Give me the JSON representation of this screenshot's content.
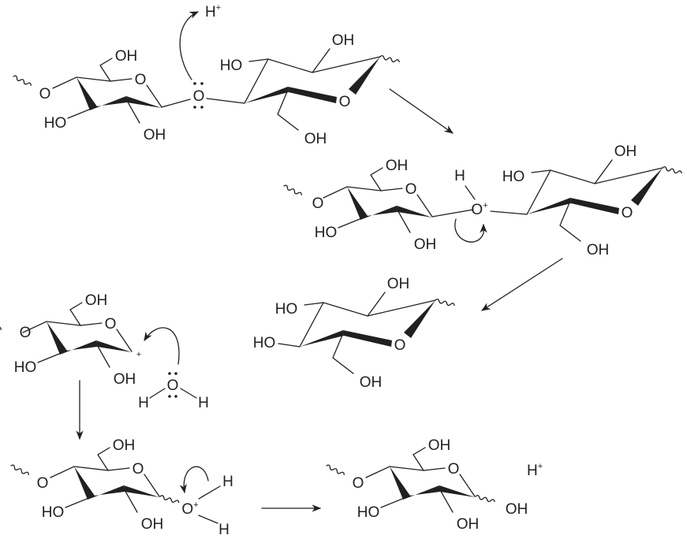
{
  "title": "Acid-catalysed hydrolysis of a glycosidic bond",
  "step1": {
    "left_ring": {
      "o_link": "O",
      "ch2_oh": "OH",
      "ring_o": "O",
      "c3_oh": "HO",
      "c2_oh": "OH"
    },
    "glycosidic_o": "O",
    "proton": {
      "symbol": "H",
      "charge": "+"
    },
    "right_ring": {
      "c3_oh": "HO",
      "c2_oh": "OH",
      "ring_o": "O",
      "ch2_oh": "OH"
    }
  },
  "step2": {
    "left_ring": {
      "o_link": "O",
      "ch2_oh": "OH",
      "ring_o": "O",
      "c3_oh": "HO",
      "c2_oh": "OH"
    },
    "protonated_o": {
      "symbol": "O",
      "charge": "+"
    },
    "h": "H",
    "right_ring": {
      "c3_oh": "HO",
      "c2_oh": "OH",
      "ring_o": "O",
      "ch2_oh": "OH"
    }
  },
  "step3": {
    "cation_ring": {
      "o_link": "O",
      "ch2_oh": "OH",
      "ring_o": "O",
      "c3_oh": "HO",
      "c2_oh": "OH",
      "charge": "+"
    },
    "water": {
      "o": "O",
      "h_left": "H",
      "h_right": "H"
    },
    "leaving_sugar": {
      "c4_oh": "HO",
      "c3_oh": "HO",
      "c2_oh": "OH",
      "ring_o": "O",
      "ch2_oh": "OH"
    }
  },
  "step4": {
    "oxonium_ring": {
      "o_link": "O",
      "ch2_oh": "OH",
      "ring_o": "O",
      "c3_oh": "HO",
      "c2_oh": "OH"
    },
    "oxonium": {
      "symbol": "O",
      "charge": "+",
      "h_top": "H",
      "h_bottom": "H"
    },
    "product_ring": {
      "o_link": "O",
      "ch2_oh": "OH",
      "ring_o": "O",
      "c3_oh": "HO",
      "c2_oh": "OH",
      "anomeric_oh": "OH"
    },
    "proton": {
      "symbol": "H",
      "charge": "+"
    }
  }
}
